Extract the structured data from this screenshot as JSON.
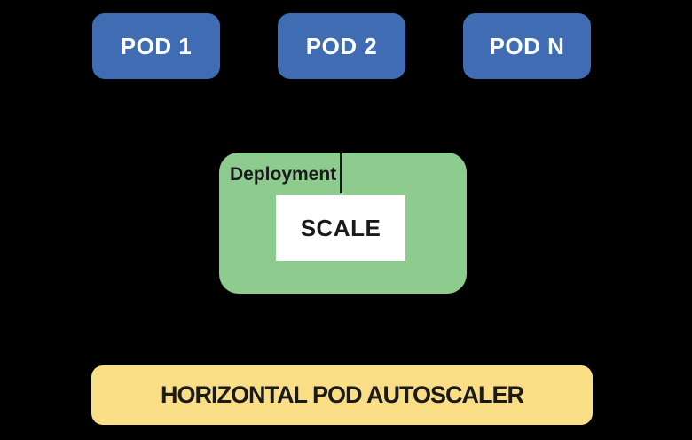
{
  "colors": {
    "background": "#000000",
    "pod-fill": "#3F6CB3",
    "pod-text": "#FFFFFF",
    "deploy-fill": "#8DCB8F",
    "hpa-fill": "#FADE85",
    "text-dark": "#1A1A1A",
    "connector": "#121212"
  },
  "pods": [
    {
      "label": "POD 1"
    },
    {
      "label": "POD 2"
    },
    {
      "label": "POD N"
    }
  ],
  "deployment": {
    "label": "Deployment",
    "scale_label": "SCALE"
  },
  "autoscaler": {
    "label": "HORIZONTAL POD AUTOSCALER"
  }
}
